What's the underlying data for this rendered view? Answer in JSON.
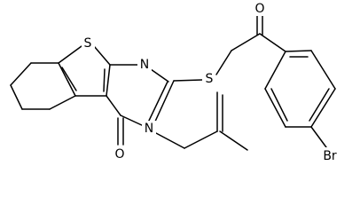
{
  "structure": {
    "atoms": {
      "sulfur_ring": "S",
      "sulfur_thioether": "S",
      "nitrogen_top": "N",
      "nitrogen_bottom": "N",
      "oxygen_ketone": "O",
      "oxygen_carbonyl": "O",
      "bromine": "Br"
    }
  }
}
